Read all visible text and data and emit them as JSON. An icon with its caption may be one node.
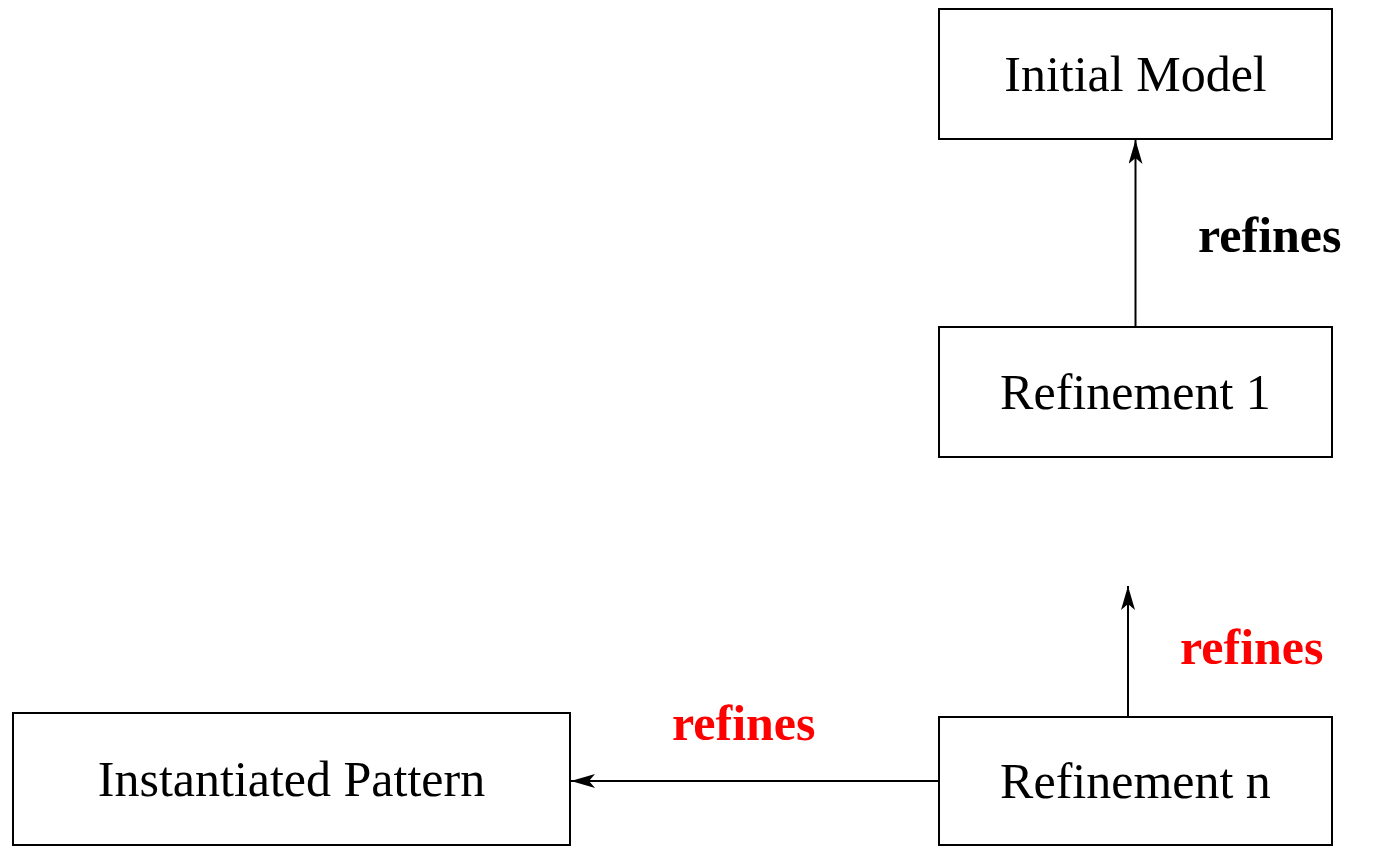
{
  "diagram": {
    "nodes": [
      {
        "text": [
          "Initial Model"
        ]
      },
      {
        "text": [
          "Refinement 1"
        ]
      },
      {
        "text": [
          "Refinement n"
        ]
      },
      {
        "text": [
          "Instantiated Pattern"
        ]
      }
    ],
    "edges": [
      {
        "from": 1,
        "to": 0,
        "arrow": "to",
        "label": "refines"
      },
      {
        "from": 2,
        "to": null,
        "arrow": "to",
        "label": "refines"
      },
      {
        "from": 2,
        "to": 3,
        "arrow": "to",
        "label": "refines"
      }
    ]
  }
}
